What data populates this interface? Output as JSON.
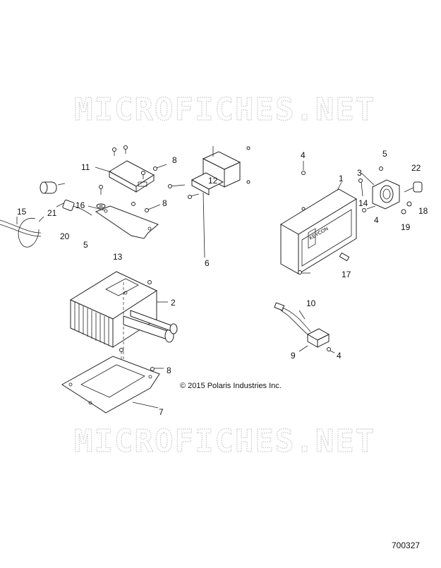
{
  "watermark": {
    "top": "MICROFICHES.NET",
    "bottom": "MICROFICHES.NET"
  },
  "copyright": "© 2015 Polaris Industries Inc.",
  "reference_number": "700327",
  "callouts": {
    "c1": "1",
    "c2": "2",
    "c3": "3",
    "c4a": "4",
    "c4b": "4",
    "c4c": "4",
    "c5a": "5",
    "c5b": "5",
    "c6": "6",
    "c7": "7",
    "c8a": "8",
    "c8b": "8",
    "c8c": "8",
    "c9": "9",
    "c10": "10",
    "c11": "11",
    "c12": "12",
    "c13": "13",
    "c14": "14",
    "c15": "15",
    "c16": "16",
    "c17": "17",
    "c18": "18",
    "c19": "19",
    "c20": "20",
    "c21": "21",
    "c22": "22"
  },
  "controller_label": "KEYCON"
}
